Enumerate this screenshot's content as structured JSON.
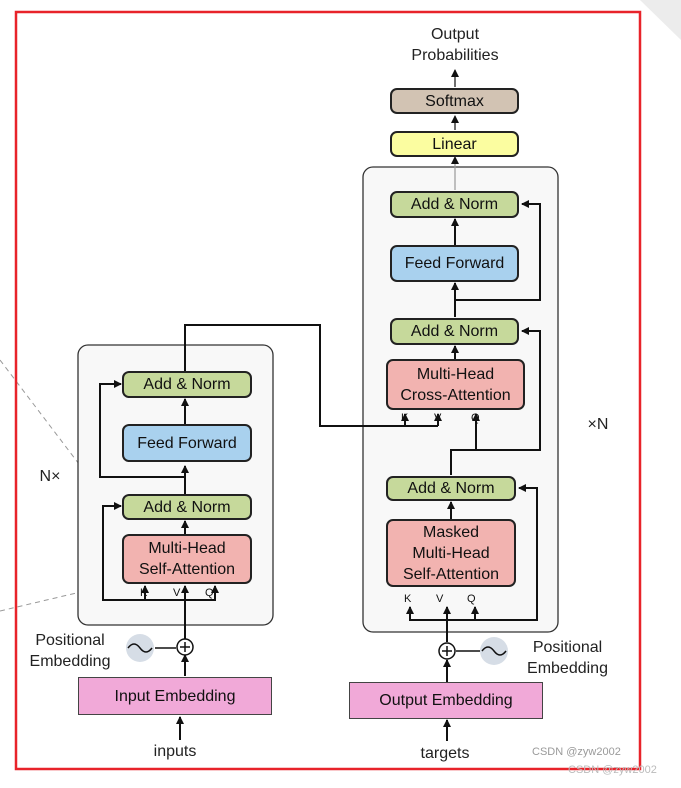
{
  "encoder": {
    "add_norm_top": "Add & Norm",
    "feed_forward": "Feed Forward",
    "add_norm_bottom": "Add & Norm",
    "attention": "Multi-Head\nSelf-Attention",
    "embedding": "Input Embedding",
    "input_label": "inputs",
    "positional": "Positional\nEmbedding",
    "repeat": "N×",
    "k": "K",
    "v": "V",
    "q": "Q"
  },
  "decoder": {
    "output_probs": "Output\nProbabilities",
    "softmax": "Softmax",
    "linear": "Linear",
    "add_norm_top": "Add & Norm",
    "feed_forward": "Feed Forward",
    "add_norm_mid": "Add & Norm",
    "cross_attention": "Multi-Head\nCross-Attention",
    "add_norm_bottom": "Add & Norm",
    "masked_attention": "Masked\nMulti-Head\nSelf-Attention",
    "embedding": "Output Embedding",
    "target_label": "targets",
    "positional": "Positional\nEmbedding",
    "repeat": "×N",
    "k": "K",
    "v": "V",
    "q": "Q",
    "k2": "K",
    "v2": "V",
    "q2": "Q"
  },
  "watermark": {
    "inner": "CSDN @zyw2002",
    "outer": "CSDN @zyw2002"
  },
  "colors": {
    "frame": "#e8232a",
    "add_norm": "#c6d99b",
    "feed_forward": "#a9d1ee",
    "attention": "#f2b3b0",
    "linear": "#fbfda0",
    "softmax": "#d2c3b3",
    "embedding": "#f1a9d8"
  }
}
